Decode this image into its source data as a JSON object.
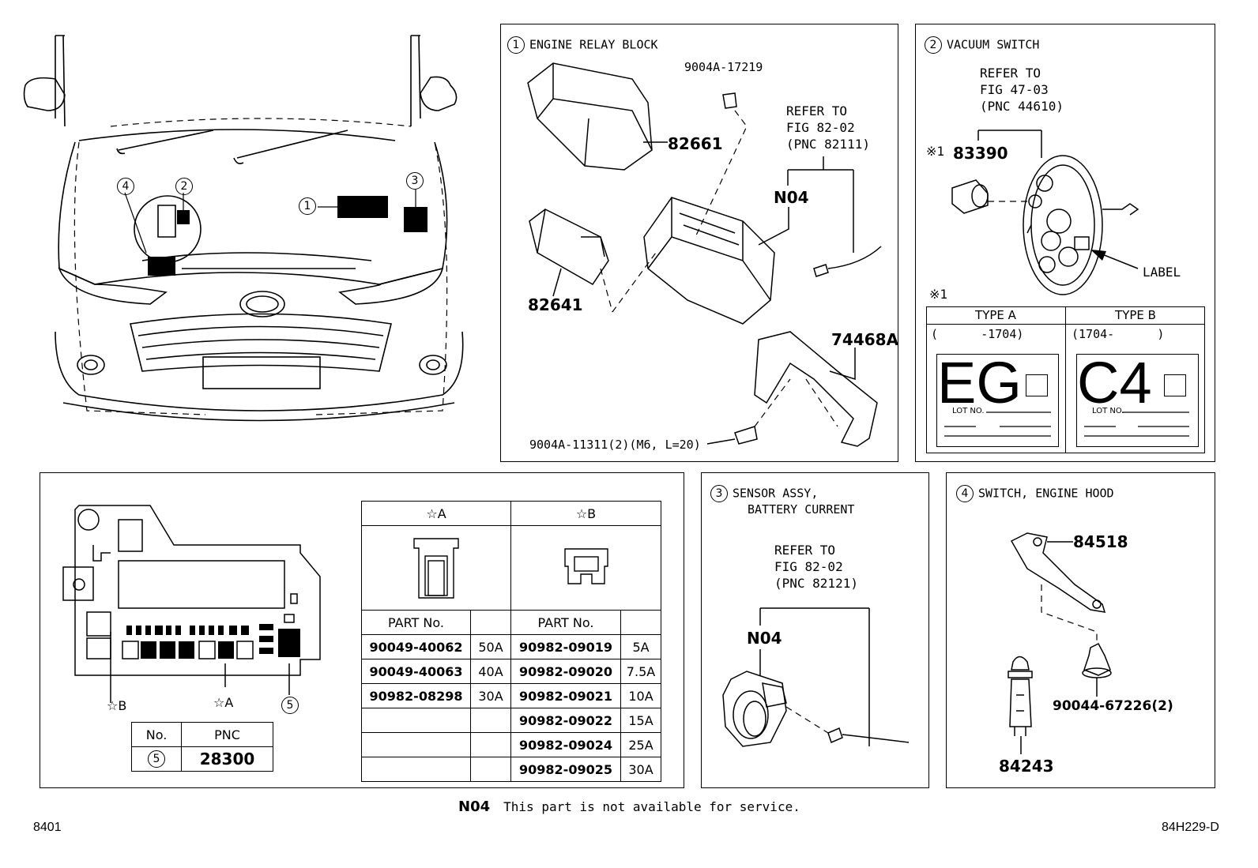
{
  "overview": {
    "callouts": [
      "1",
      "2",
      "3",
      "4"
    ]
  },
  "panel1": {
    "num": "1",
    "title": "ENGINE RELAY BLOCK",
    "parts": {
      "p1": "9004A-17219",
      "p2": "82661",
      "p3": "82641",
      "p4": "N04",
      "p5": "74468A",
      "p6": "9004A-11311(2)(M6, L=20)"
    },
    "refer": [
      "REFER TO",
      "FIG 82-02",
      "(PNC 82111)"
    ]
  },
  "panel2": {
    "num": "2",
    "title": "VACUUM SWITCH",
    "refer": [
      "REFER TO",
      "FIG 47-03",
      "(PNC 44610)"
    ],
    "mark": "※1",
    "part": "83390",
    "label": "LABEL",
    "note_mark": "※1",
    "type_a": "TYPE A",
    "type_b": "TYPE B",
    "range_a": "(      -1704)",
    "range_b": "(1704-      )",
    "code_a": "EG",
    "code_b": "C4",
    "lot": "LOT NO."
  },
  "panel3": {
    "num": "3",
    "title_1": "SENSOR ASSY,",
    "title_2": "BATTERY CURRENT",
    "refer": [
      "REFER TO",
      "FIG 82-02",
      "(PNC 82121)"
    ],
    "part": "N04"
  },
  "panel4": {
    "num": "4",
    "title": "SWITCH, ENGINE HOOD",
    "parts": {
      "p1": "84518",
      "p2": "90044-67226(2)",
      "p3": "84243"
    }
  },
  "fuse_panel": {
    "star_b": "☆B",
    "star_a": "☆A",
    "callout": "5",
    "pnc_table": {
      "head_no": "No.",
      "head_pnc": "PNC",
      "row_no": "5",
      "row_pnc": "28300"
    },
    "fuse_table": {
      "head_a": "☆A",
      "head_b": "☆B",
      "part_no": "PART No.",
      "rows": [
        {
          "a_part": "90049-40062",
          "a_amp": "50A",
          "b_part": "90982-09019",
          "b_amp": "5A"
        },
        {
          "a_part": "90049-40063",
          "a_amp": "40A",
          "b_part": "90982-09020",
          "b_amp": "7.5A"
        },
        {
          "a_part": "90982-08298",
          "a_amp": "30A",
          "b_part": "90982-09021",
          "b_amp": "10A"
        },
        {
          "a_part": "",
          "a_amp": "",
          "b_part": "90982-09022",
          "b_amp": "15A"
        },
        {
          "a_part": "",
          "a_amp": "",
          "b_part": "90982-09024",
          "b_amp": "25A"
        },
        {
          "a_part": "",
          "a_amp": "",
          "b_part": "90982-09025",
          "b_amp": "30A"
        }
      ]
    }
  },
  "footer": {
    "note_code": "N04",
    "note_text": "This part is not available for service.",
    "left_code": "8401",
    "right_code": "84H229-D"
  },
  "colors": {
    "ink": "#000000",
    "paper": "#ffffff"
  }
}
